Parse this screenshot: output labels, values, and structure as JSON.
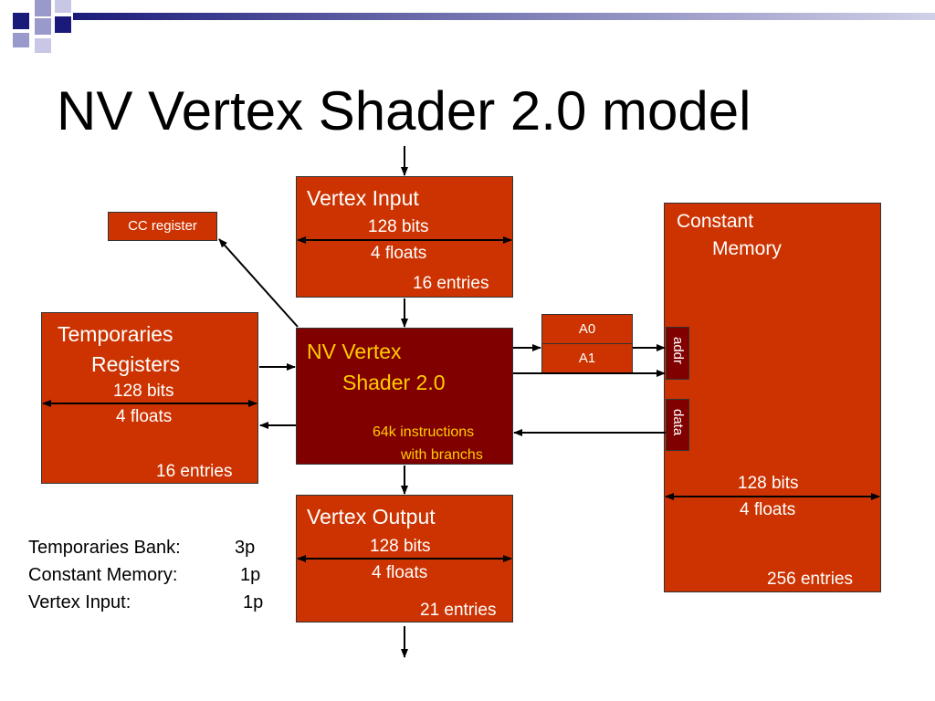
{
  "title": "NV Vertex Shader 2.0 model",
  "colors": {
    "box": "#cc3300",
    "shader": "#800000",
    "accent": "#ffcc00",
    "deco_navy": "#1a1a7a",
    "deco_light": "#9999cc"
  },
  "cc_register": {
    "label": "CC register"
  },
  "vertex_input": {
    "title": "Vertex Input",
    "bits": "128 bits",
    "floats": "4 floats",
    "entries": "16 entries"
  },
  "temporaries": {
    "title_line1": "Temporaries",
    "title_line2": "Registers",
    "bits": "128 bits",
    "floats": "4 floats",
    "entries": "16 entries"
  },
  "shader": {
    "title_line1": "NV Vertex",
    "title_line2": "Shader 2.0",
    "note_line1": "64k  instructions",
    "note_line2": "with branchs"
  },
  "address_regs": {
    "a0": "A0",
    "a1": "A1"
  },
  "constant_memory": {
    "title_line1": "Constant",
    "title_line2": "Memory",
    "addr": "addr",
    "data": "data",
    "bits": "128 bits",
    "floats": "4 floats",
    "entries": "256 entries"
  },
  "vertex_output": {
    "title": "Vertex Output",
    "bits": "128 bits",
    "floats": "4 floats",
    "entries": "21 entries"
  },
  "ports": [
    {
      "label": "Temporaries Bank:",
      "value": "3p"
    },
    {
      "label": "Constant Memory:",
      "value": "1p"
    },
    {
      "label": "Vertex Input:",
      "value": "1p"
    }
  ]
}
